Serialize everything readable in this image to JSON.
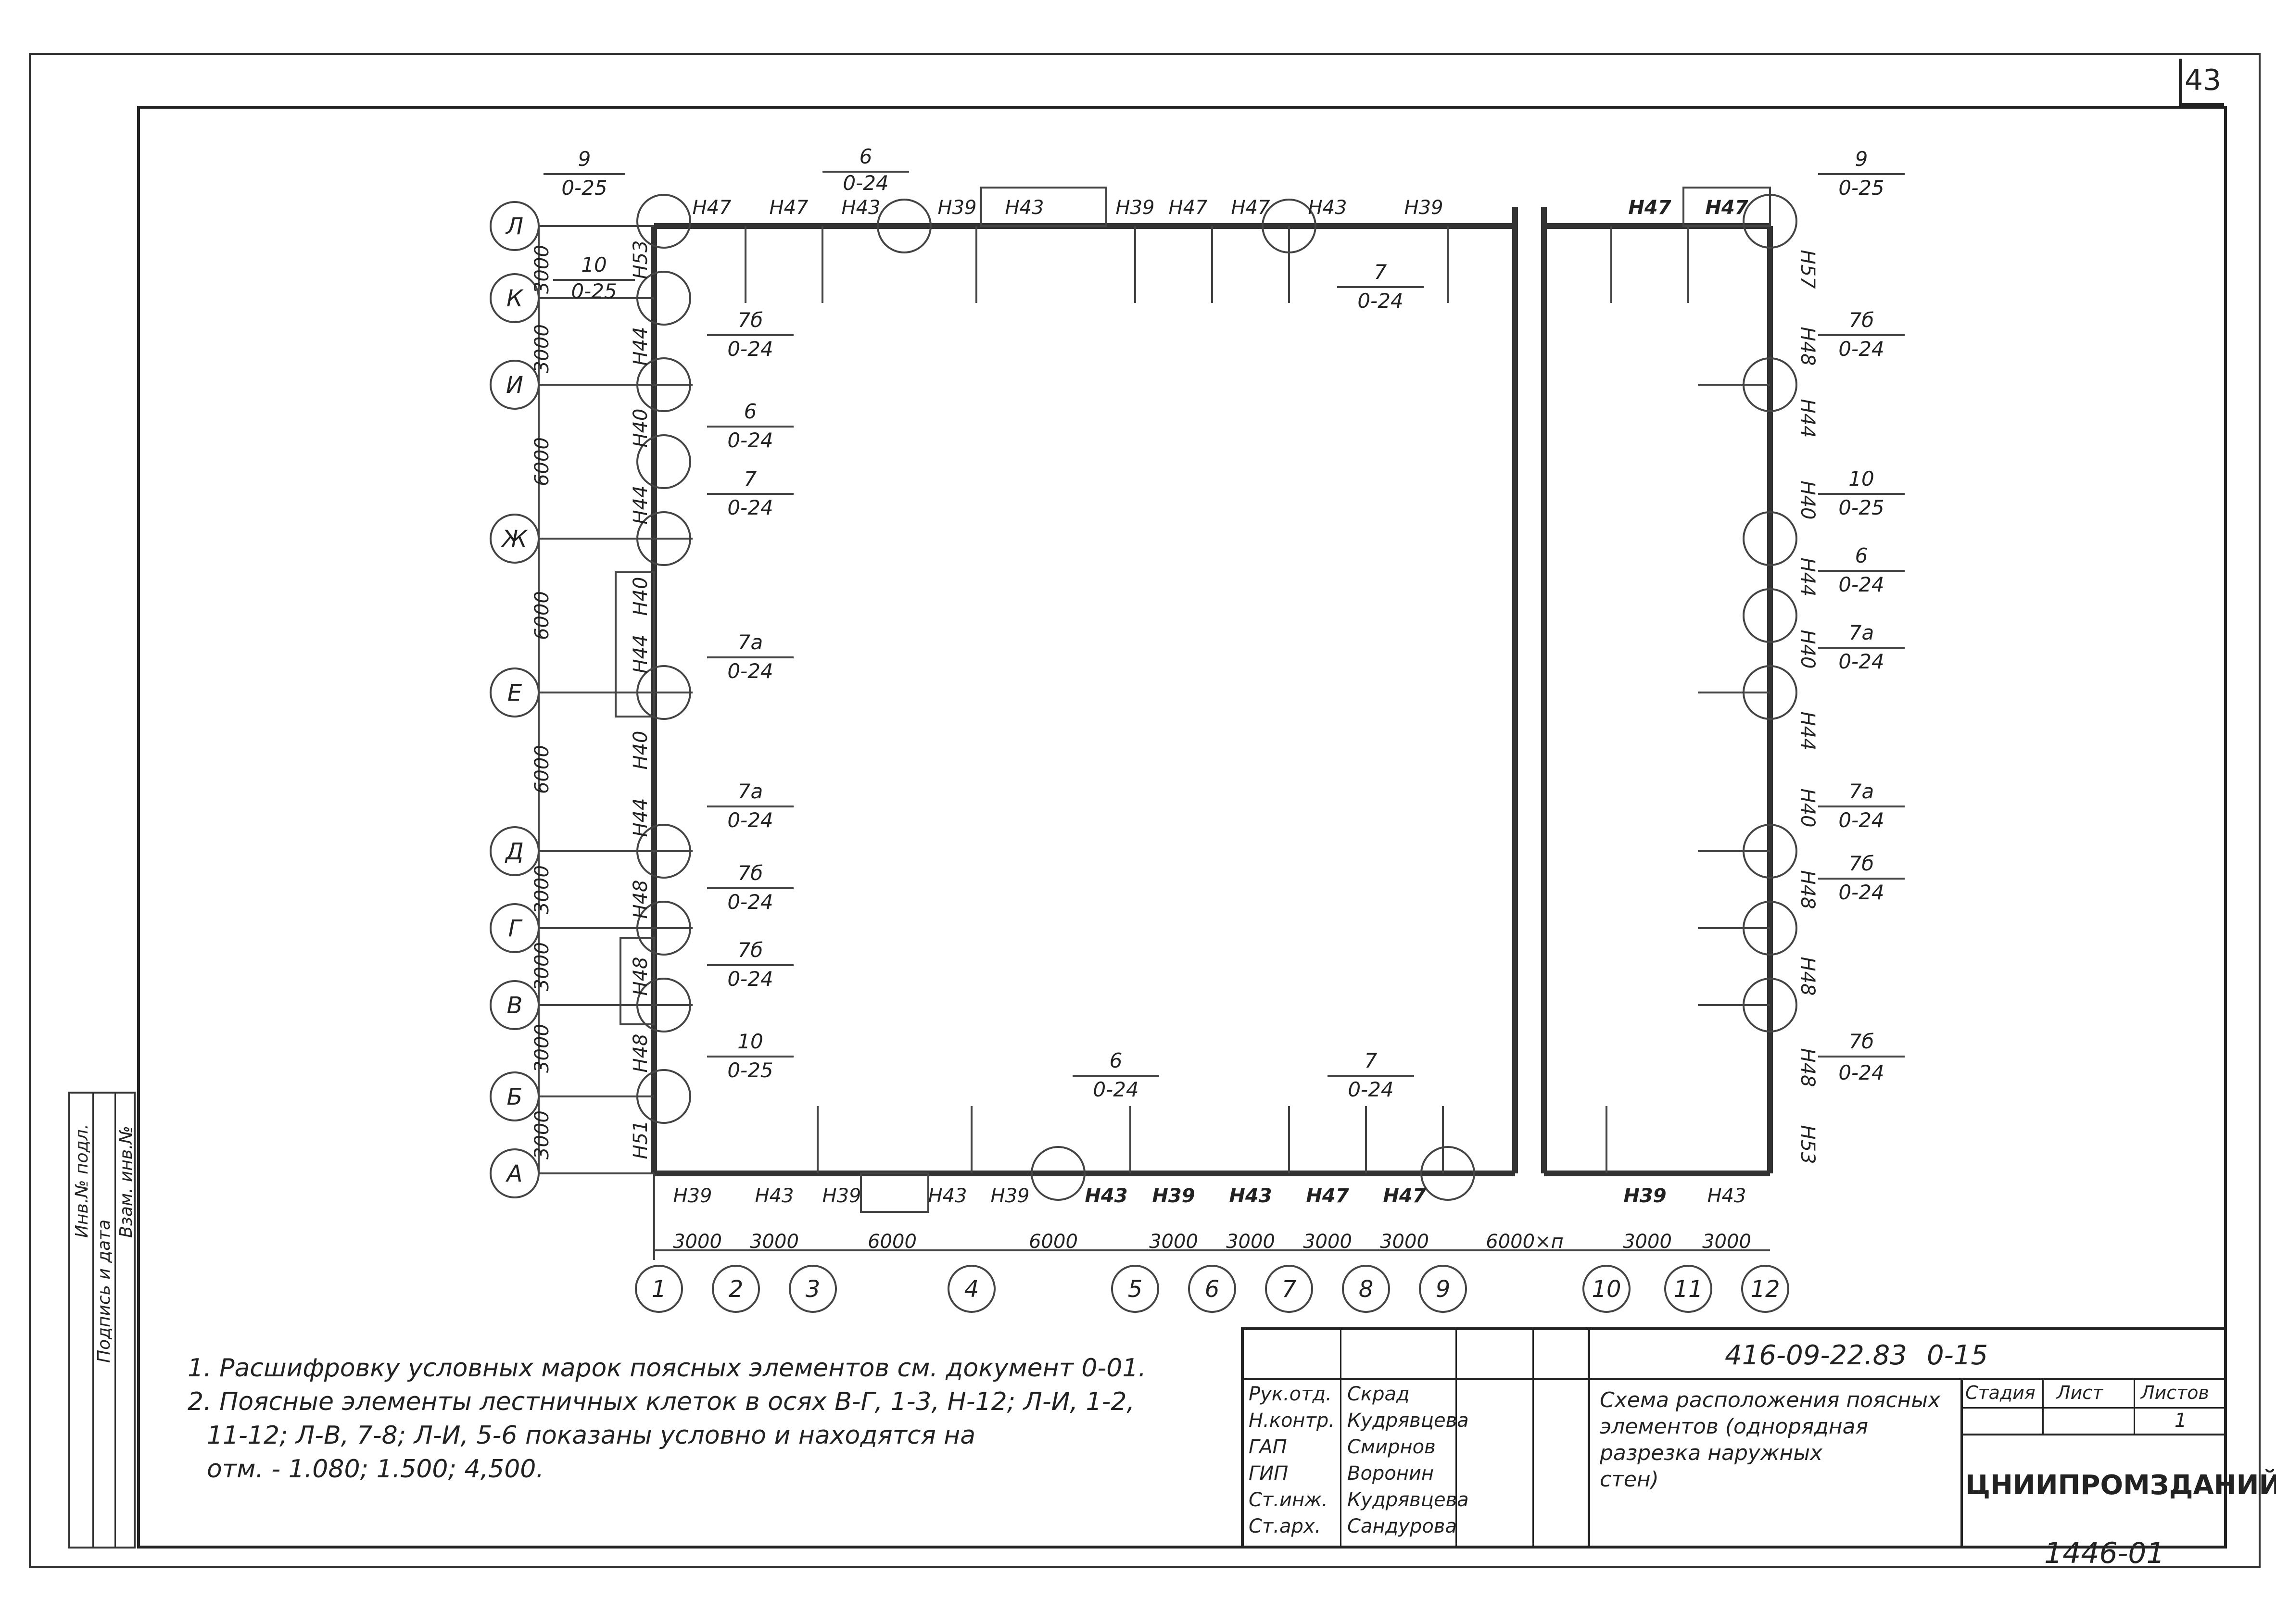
{
  "sheet": {
    "page_number": "43",
    "doc_code": "416-09-22.83",
    "doc_suffix": "0-15",
    "stamp_number": "1446-01"
  },
  "side_stamp": {
    "col1": "Инв.№ подл.",
    "col2": "Подпись и дата",
    "col3": "Взам. инв.№"
  },
  "notes": [
    "1. Расшифровку условных марок поясных элементов см. документ 0-01.",
    "2. Поясные элементы лестничных клеток в осях В-Г, 1-3, Н-12; Л-И, 1-2,",
    "11-12; Л-В, 7-8; Л-И, 5-6 показаны условно и находятся на",
    "отм. - 1.080; 1.500; 4,500."
  ],
  "title_block": {
    "title_lines": [
      "Схема расположения поясных",
      "элементов (однорядная",
      "разрезка наружных",
      "стен)"
    ],
    "stage_label": "Стадия",
    "sheet_label": "Лист",
    "sheets_label": "Листов",
    "sheets_value": "1",
    "org": "ЦНИИПРОМЗДАНИЙ",
    "roles": [
      {
        "role": "Рук.отд.",
        "name": "Скрад"
      },
      {
        "role": "Н.контр.",
        "name": "Кудрявцева"
      },
      {
        "role": "ГАП",
        "name": "Смирнов"
      },
      {
        "role": "ГИП",
        "name": "Воронин"
      },
      {
        "role": "Ст.инж.",
        "name": "Кудрявцева"
      },
      {
        "role": "Ст.арх.",
        "name": "Сандурова"
      }
    ]
  },
  "axes_letters": [
    "Л",
    "К",
    "И",
    "Ж",
    "Е",
    "Д",
    "Г",
    "В",
    "Б",
    "А"
  ],
  "axes_numbers": [
    "1",
    "2",
    "3",
    "4",
    "5",
    "6",
    "7",
    "8",
    "9",
    "10",
    "11",
    "12"
  ],
  "left_dims": [
    "3000",
    "3000",
    "6000",
    "6000",
    "6000",
    "3000",
    "3000",
    "3000",
    "3000"
  ],
  "bottom_dims": [
    "3000",
    "3000",
    "6000",
    "6000",
    "3000",
    "3000",
    "3000",
    "3000",
    "6000×п",
    "3000",
    "3000"
  ],
  "top_marks": [
    "Н47",
    "Н47",
    "Н43",
    "Н39",
    "Н43",
    "Н39",
    "Н47",
    "Н47",
    "Н43",
    "Н39",
    "Н47",
    "Н47"
  ],
  "bottom_marks": [
    "Н39",
    "Н43",
    "Н39",
    "Н43",
    "Н39",
    "Н43",
    "Н39",
    "Н43",
    "Н47",
    "Н47",
    "Н39",
    "Н43"
  ],
  "left_marks": [
    "Н53",
    "Н44",
    "Н40",
    "Н44",
    "Н40",
    "Н44",
    "Н40",
    "Н44",
    "Н48",
    "Н48",
    "Н48",
    "Н51"
  ],
  "right_marks": [
    "Н57",
    "Н48",
    "Н44",
    "Н40",
    "Н44",
    "Н40",
    "Н44",
    "Н40",
    "Н48",
    "Н48",
    "Н48",
    "Н53"
  ],
  "refs": [
    {
      "num": "9",
      "sheet": "0-25"
    },
    {
      "num": "10",
      "sheet": "0-25"
    },
    {
      "num": "7б",
      "sheet": "0-24"
    },
    {
      "num": "6",
      "sheet": "0-24"
    },
    {
      "num": "7",
      "sheet": "0-24"
    },
    {
      "num": "7а",
      "sheet": "0-24"
    },
    {
      "num": "7а",
      "sheet": "0-24"
    },
    {
      "num": "7б",
      "sheet": "0-24"
    },
    {
      "num": "7б",
      "sheet": "0-24"
    },
    {
      "num": "10",
      "sheet": "0-25"
    },
    {
      "num": "6",
      "sheet": "0-24"
    },
    {
      "num": "7",
      "sheet": "0-24"
    },
    {
      "num": "9",
      "sheet": "0-25"
    },
    {
      "num": "7б",
      "sheet": "0-24"
    },
    {
      "num": "10",
      "sheet": "0-25"
    },
    {
      "num": "6",
      "sheet": "0-24"
    },
    {
      "num": "7а",
      "sheet": "0-24"
    },
    {
      "num": "7а",
      "sheet": "0-24"
    },
    {
      "num": "7б",
      "sheet": "0-24"
    },
    {
      "num": "7б",
      "sheet": "0-24"
    },
    {
      "num": "6",
      "sheet": "0-24"
    },
    {
      "num": "7",
      "sheet": "0-24"
    }
  ]
}
